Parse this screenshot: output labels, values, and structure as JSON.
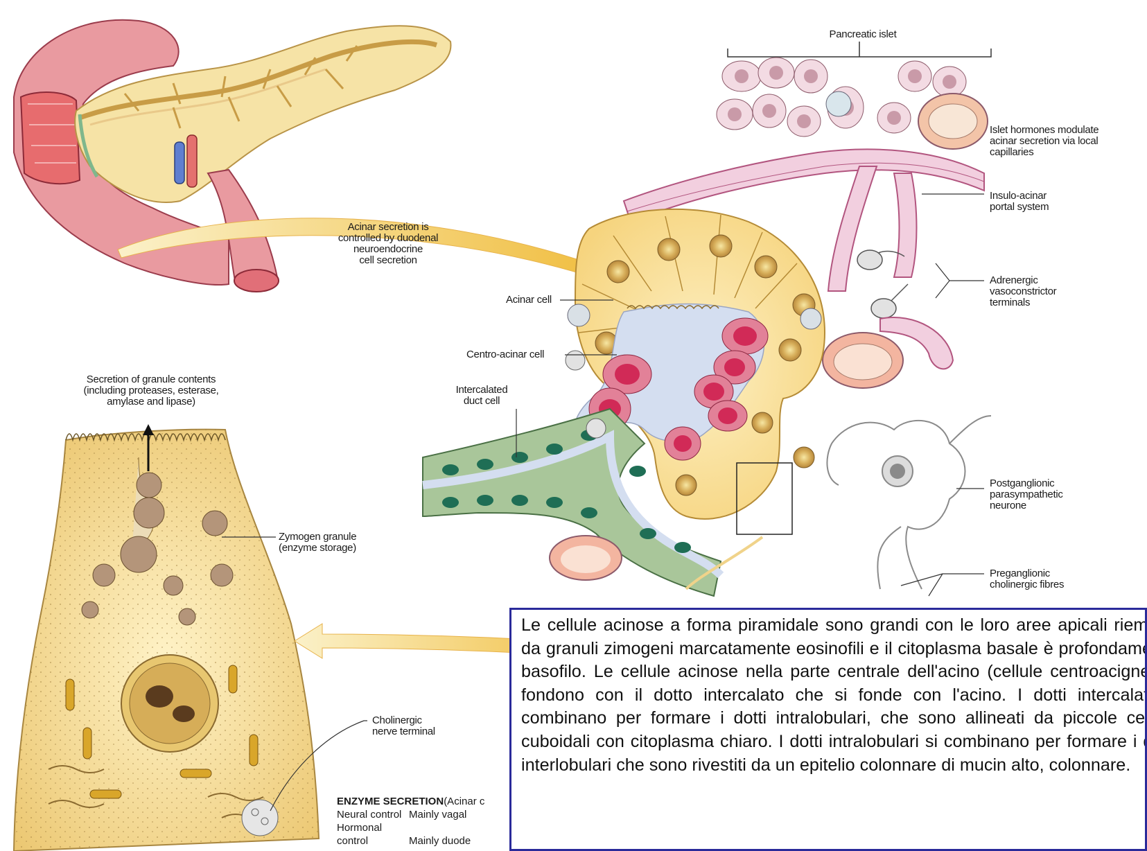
{
  "labels": {
    "pancreatic_islet": "Pancreatic islet",
    "islet_hormones": [
      "Islet hormones modulate",
      "acinar secretion via local",
      "capillaries"
    ],
    "insulo_acinar": [
      "Insulo-acinar",
      "portal system"
    ],
    "acinar_secretion": [
      "Acinar secretion is",
      "controlled by duodenal",
      "neuroendocrine",
      "cell secretion"
    ],
    "adrenergic": [
      "Adrenergic",
      "vasoconstrictor",
      "terminals"
    ],
    "acinar_cell": "Acinar cell",
    "centro_acinar_cell": "Centro-acinar cell",
    "intercalated_duct_cell": [
      "Intercalated",
      "duct cell"
    ],
    "secretion_granule": [
      "Secretion of granule contents",
      "(including proteases, esterase,",
      "amylase and lipase)"
    ],
    "zymogen_granule": [
      "Zymogen granule",
      "(enzyme storage)"
    ],
    "postganglionic": [
      "Postganglionic",
      "parasympathetic",
      "neurone"
    ],
    "preganglionic": [
      "Preganglionic",
      "cholinergic fibres"
    ],
    "cholinergic_terminal": [
      "Cholinergic",
      "nerve terminal"
    ]
  },
  "enzyme_table": {
    "title": "ENZYME SECRETION",
    "title_suffix": " (Acinar c",
    "rows": [
      {
        "label": "Neural control",
        "value": "Mainly vagal"
      },
      {
        "label": "Hormonal control",
        "value": "Mainly duode"
      }
    ]
  },
  "description": "Le cellule acinose a forma piramidale sono grandi con le loro aree apicali riempite da granuli zimogeni marcatamente eosinofili e il citoplasma basale è profondamente basofilo. Le cellule acinose nella parte centrale dell'acino (cellule centroacigne) si fondono con il dotto intercalato che si fonde con l'acino. I dotti intercalati si combinano per formare i dotti intralobulari, che sono allineati da piccole cellule cuboidali con citoplasma chiaro. I dotti intralobulari si combinano per formare i dotti interlobulari che sono rivestiti da un epitelio colonnare di mucin alto, colonnare.",
  "colors": {
    "acinar_fill": "#f8dc8e",
    "centro_acinar_fill": "#e0506c",
    "duct_fill": "#a9c69a",
    "duct_nucleus": "#1f6e55",
    "vessel_pink": "#e7a7c0",
    "textbox_border": "#2a2a9a",
    "arrow_yellow": "#f1c24d"
  }
}
